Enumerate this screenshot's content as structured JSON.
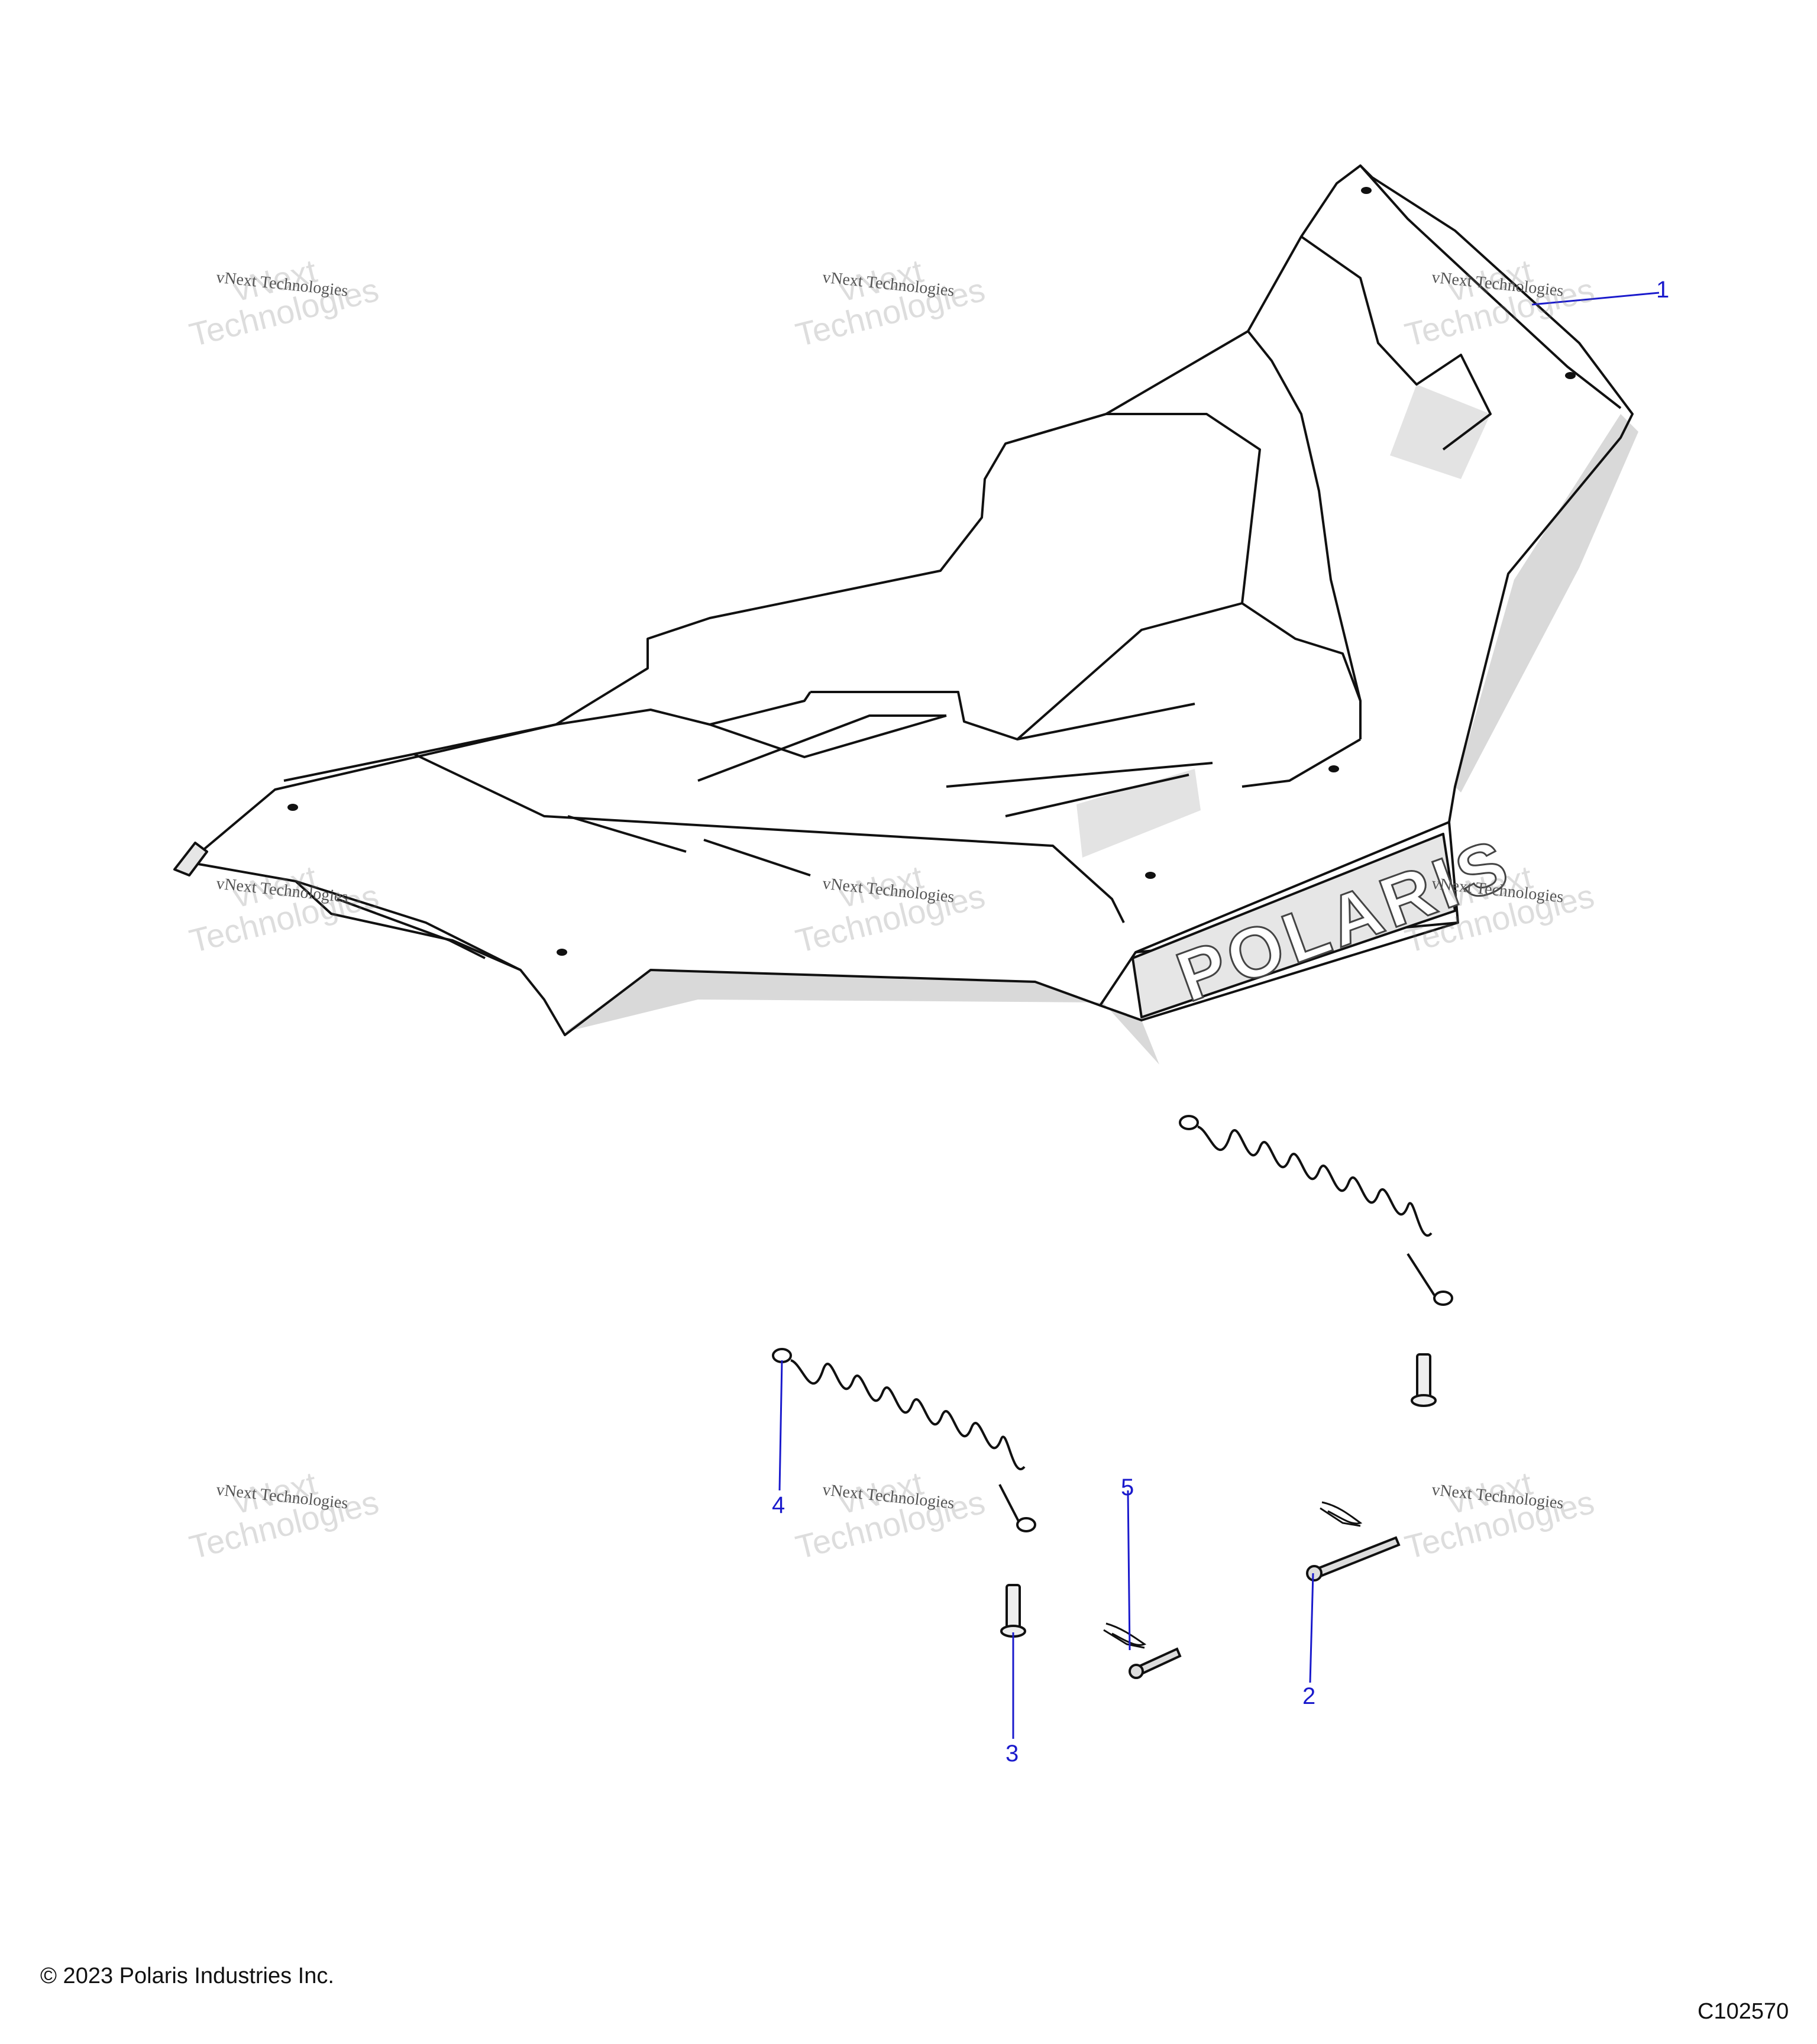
{
  "watermark": {
    "line_small": "vNext Technologies",
    "line_big_1": "vNext",
    "line_big_2": "Technologies"
  },
  "brand_text": "POLARIS",
  "callouts": [
    {
      "id": "1",
      "label": "1"
    },
    {
      "id": "2",
      "label": "2"
    },
    {
      "id": "3",
      "label": "3"
    },
    {
      "id": "4",
      "label": "4"
    },
    {
      "id": "5",
      "label": "5"
    }
  ],
  "footer": {
    "copyright": "© 2023 Polaris Industries Inc.",
    "figure_id": "C102570"
  },
  "colors": {
    "callout": "#1a1acc",
    "line": "#111111",
    "shade": "#d9d9d9"
  }
}
